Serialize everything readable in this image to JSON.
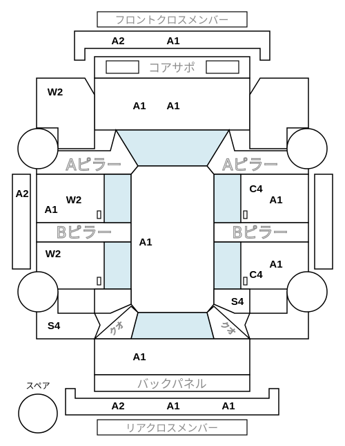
{
  "labels": {
    "front_cross_member": "フロントクロスメンバー",
    "core_support": "コアサポ",
    "a_pillar_left": "Aピラー",
    "a_pillar_right": "Aピラー",
    "b_pillar_left": "Bピラー",
    "b_pillar_right": "Bピラー",
    "back_panel": "バックパネル",
    "rear_cross_member": "リアクロスメンバー",
    "spare": "スペア",
    "rear_quarter_left": "クオ",
    "rear_quarter_right": "クオ"
  },
  "codes": {
    "front_cross_left": "A2",
    "front_cross_right": "A1",
    "front_fender_left": "W2",
    "hood_left": "A1",
    "hood_right": "A1",
    "side_sill_left": "A2",
    "front_door_left_a": "W2",
    "front_door_left_b": "A1",
    "front_door_right_a": "C4",
    "front_door_right_b": "A1",
    "roof": "A1",
    "rear_door_left": "W2",
    "rear_door_right_a": "A1",
    "rear_door_right_b": "C4",
    "rear_fender_right": "S4",
    "rear_fender_left": "S4",
    "trunk": "A1",
    "rear_cross_1": "A2",
    "rear_cross_2": "A1",
    "rear_cross_3": "A1"
  }
}
